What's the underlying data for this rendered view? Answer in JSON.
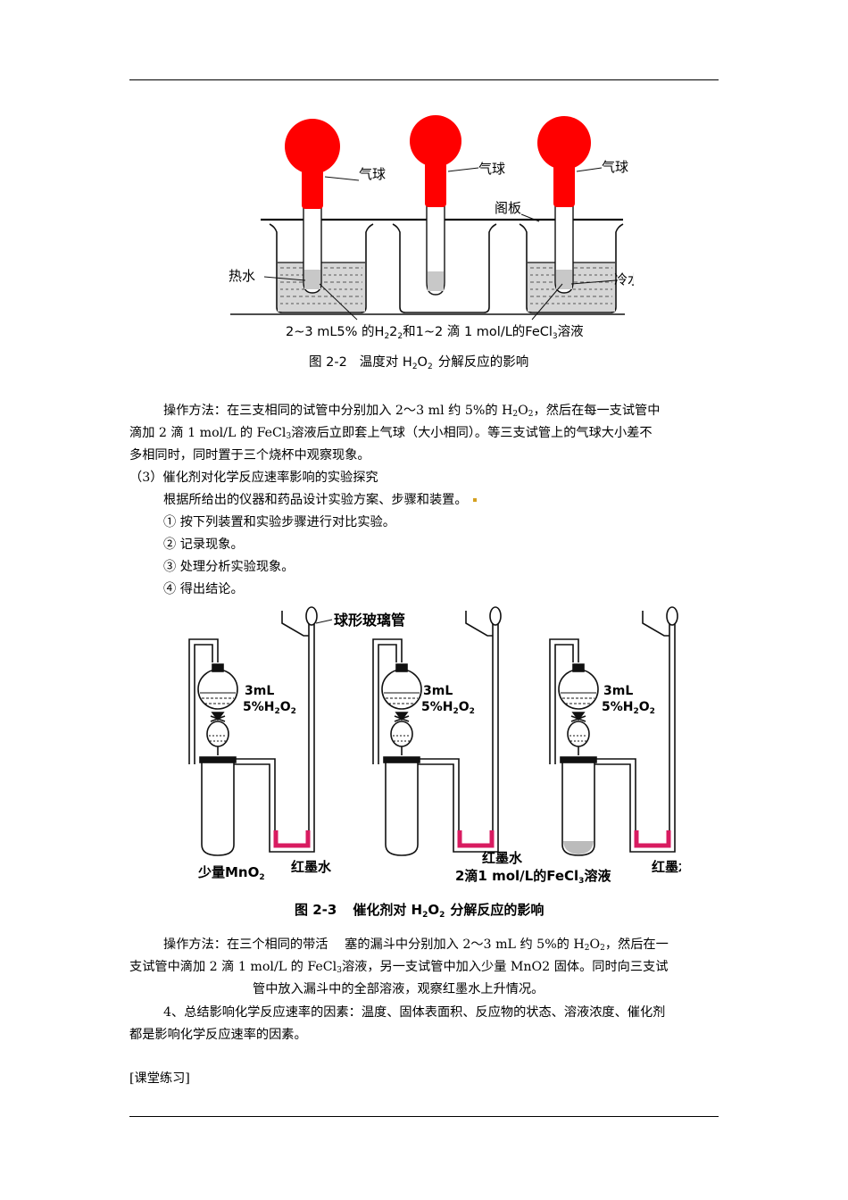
{
  "figure1": {
    "label_balloon_1": "气球",
    "label_balloon_2": "气球",
    "label_balloon_3": "气球",
    "label_plate": "阁板",
    "label_hot_water": "热水",
    "label_cold_water": "冷水",
    "reagent_prefix": "2~3 mL5% 的H",
    "reagent_mid": "和1~2 滴 1 mol/L的FeCl",
    "reagent_suffix": "溶液",
    "caption_number": "图 2-2",
    "caption_text": "温度对 H",
    "caption_tail": "分解反应的影响",
    "balloon_color": "#ff0000"
  },
  "text": {
    "para1_l1a": "操作方法：在三支相同的试管中分别加入 2～3 ml 约 5%的 H",
    "para1_l1b": "，然后在每一支试管中",
    "para1_l2a": "滴加 2 滴 1 mol/L 的 FeCl",
    "para1_l2b": "溶液后立即套上气球（大小相同）。等三支试管上的气球大小差不",
    "para1_l3": "多相同时，同时置于三个烧杯中观察现象。",
    "heading3": "（3）催化剂对化学反应速率影响的实验探究",
    "design": "根据所给出的仪器和药品设计实验方案、步骤和装置。",
    "step1": "① 按下列装置和实验步骤进行对比实验。",
    "step2": "② 记录现象。",
    "step3": "③ 处理分析实验现象。",
    "step4": "④ 得出结论。",
    "para2_l1a": "操作方法：在三个相同的带活　 塞的漏斗中分别加入 2～3 mL 约 5%的 H",
    "para2_l1b": "，然后在一",
    "para2_l2a": "支试管中滴加 2 滴 1 mol/L 的 FeCl",
    "para2_l2b": "溶液，另一支试管中加入少量 MnO2 固体。同时向三支试",
    "para2_l3": "管中放入漏斗中的全部溶液，观察红墨水上升情况。",
    "summary_l1": "4、总结影响化学反应速率的因素：温度、固体表面积、反应物的状态、溶液浓度、催化剂",
    "summary_l2": "都是影响化学反应速率的因素。",
    "exercise": "[课堂练习]",
    "sub_2": "2",
    "sub_3": "3"
  },
  "figure2": {
    "label_bulb_tube": "球形玻璃管",
    "label_amount_1": "3mL",
    "label_conc_1": "5%H",
    "label_amount_2": "3mL",
    "label_conc_2": "5%H",
    "label_amount_3": "3mL",
    "label_conc_3": "5%H",
    "label_mno2": "少量MnO",
    "label_ink_1": "红墨水",
    "label_ink_2": "红墨水",
    "label_ink_3": "红墨水",
    "label_fecl3": "2滴1 mol/L的FeCl",
    "label_fecl3_tail": "溶液",
    "caption_number": "图 2-3",
    "caption_text": "催化剂对 H",
    "caption_tail": "分解反应的影响",
    "ink_color": "#d81b60"
  }
}
